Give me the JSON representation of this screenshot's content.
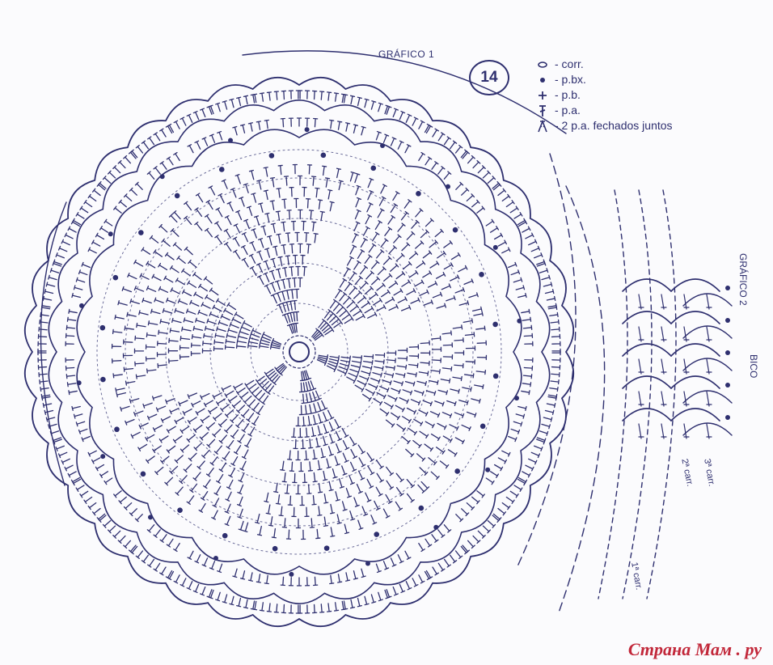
{
  "diagram": {
    "chart1_label": "GRÁFICO 1",
    "chart_number": "14",
    "chart2_label": "GRÁFICO 2",
    "bico_label": "BICO",
    "rows": [
      "3ª carr.",
      "2ª carr.",
      "1ª carr."
    ],
    "legend": [
      {
        "icon": "chain-stitch-icon",
        "text": "- corr."
      },
      {
        "icon": "slip-stitch-icon",
        "text": "- p.bx."
      },
      {
        "icon": "single-crochet-icon",
        "text": "- p.b."
      },
      {
        "icon": "double-crochet-icon",
        "text": "- p.a."
      },
      {
        "icon": "dc2tog-icon",
        "text": "- 2 p.a. fechados juntos"
      }
    ],
    "colors": {
      "ink": "#2e2f6f",
      "paper": "#fbfbfd",
      "watermark": "#c2283a"
    }
  },
  "watermark": "Страна Мам . ру"
}
